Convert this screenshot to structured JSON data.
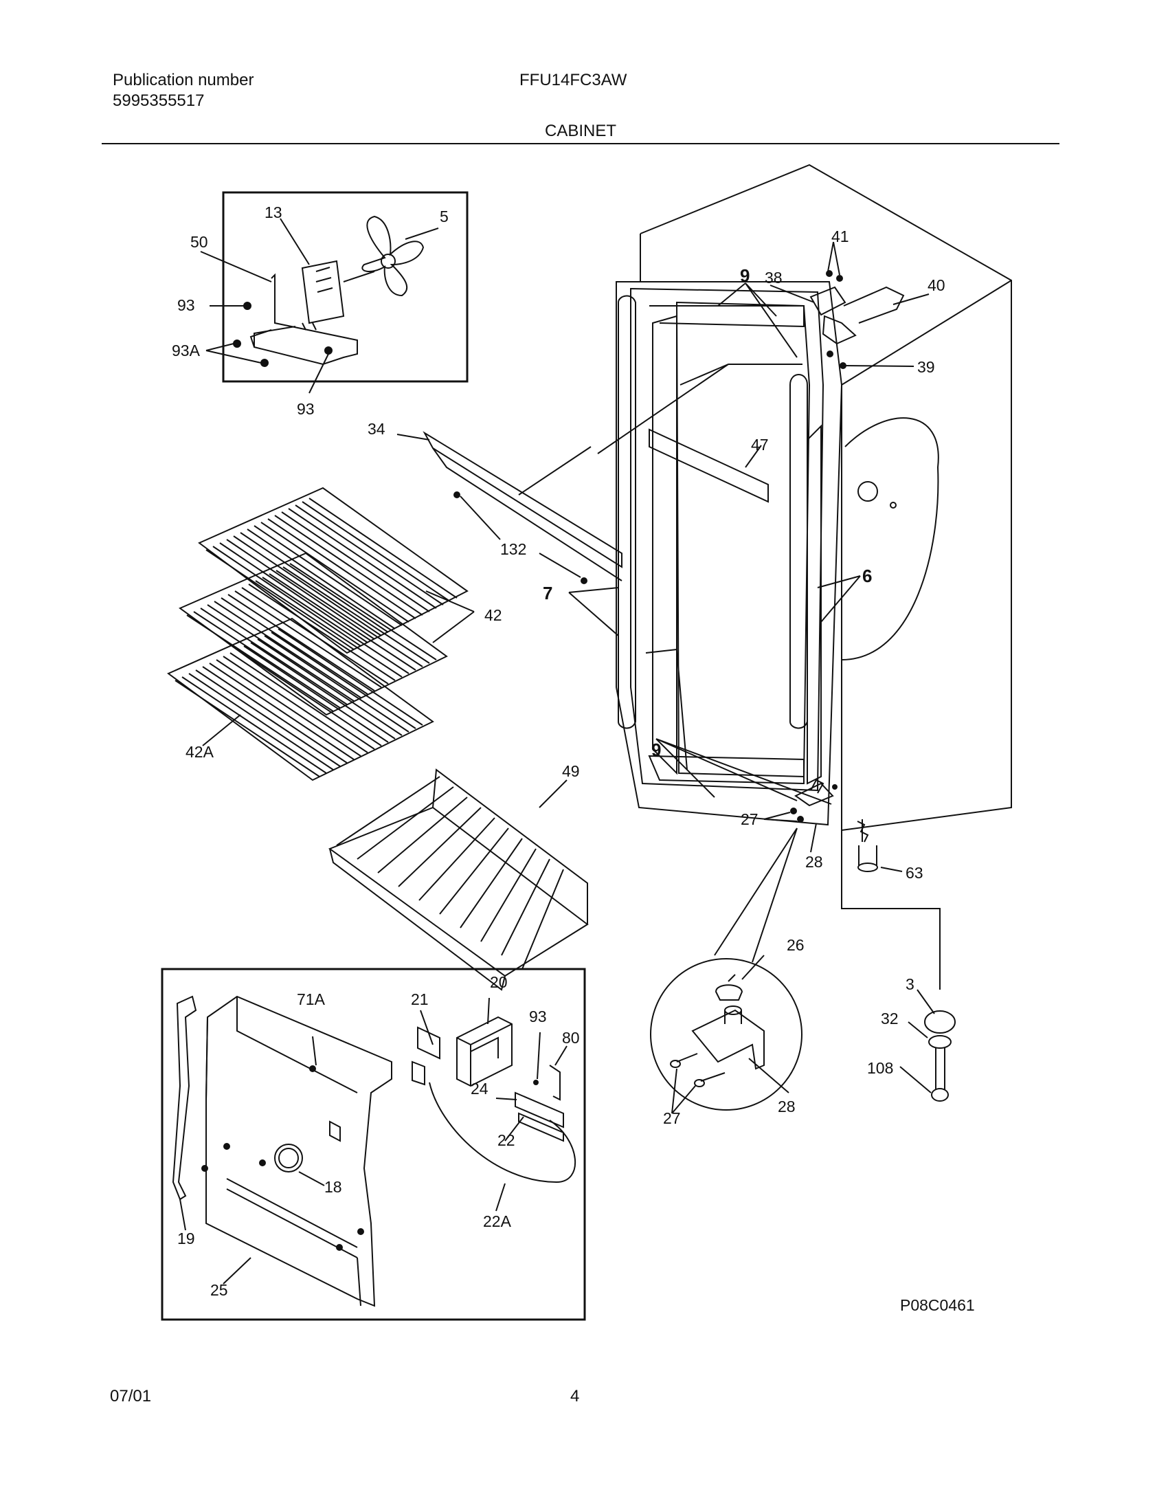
{
  "header": {
    "publication_label": "Publication number",
    "publication_number": "5995355517",
    "model": "FFU14FC3AW",
    "section": "CABINET"
  },
  "diagram": {
    "part_labels": {
      "p13": "13",
      "p5": "5",
      "p50": "50",
      "p93a": "93",
      "p93b": "93",
      "p93A": "93A",
      "p9a": "9",
      "p9b": "9",
      "p38": "38",
      "p41": "41",
      "p40": "40",
      "p39": "39",
      "p34": "34",
      "p47": "47",
      "p132": "132",
      "p7": "7",
      "p6": "6",
      "p42": "42",
      "p42A": "42A",
      "p49": "49",
      "p27a": "27",
      "p28a": "28",
      "p63": "63",
      "p26": "26",
      "p27b": "27",
      "p28b": "28",
      "p3": "3",
      "p32": "32",
      "p108": "108",
      "p71A": "71A",
      "p21": "21",
      "p20": "20",
      "p93c": "93",
      "p80": "80",
      "p24": "24",
      "p22": "22",
      "p22A": "22A",
      "p18": "18",
      "p19": "19",
      "p25": "25"
    },
    "figure_id": "P08C0461"
  },
  "footer": {
    "date": "07/01",
    "page": "4"
  }
}
